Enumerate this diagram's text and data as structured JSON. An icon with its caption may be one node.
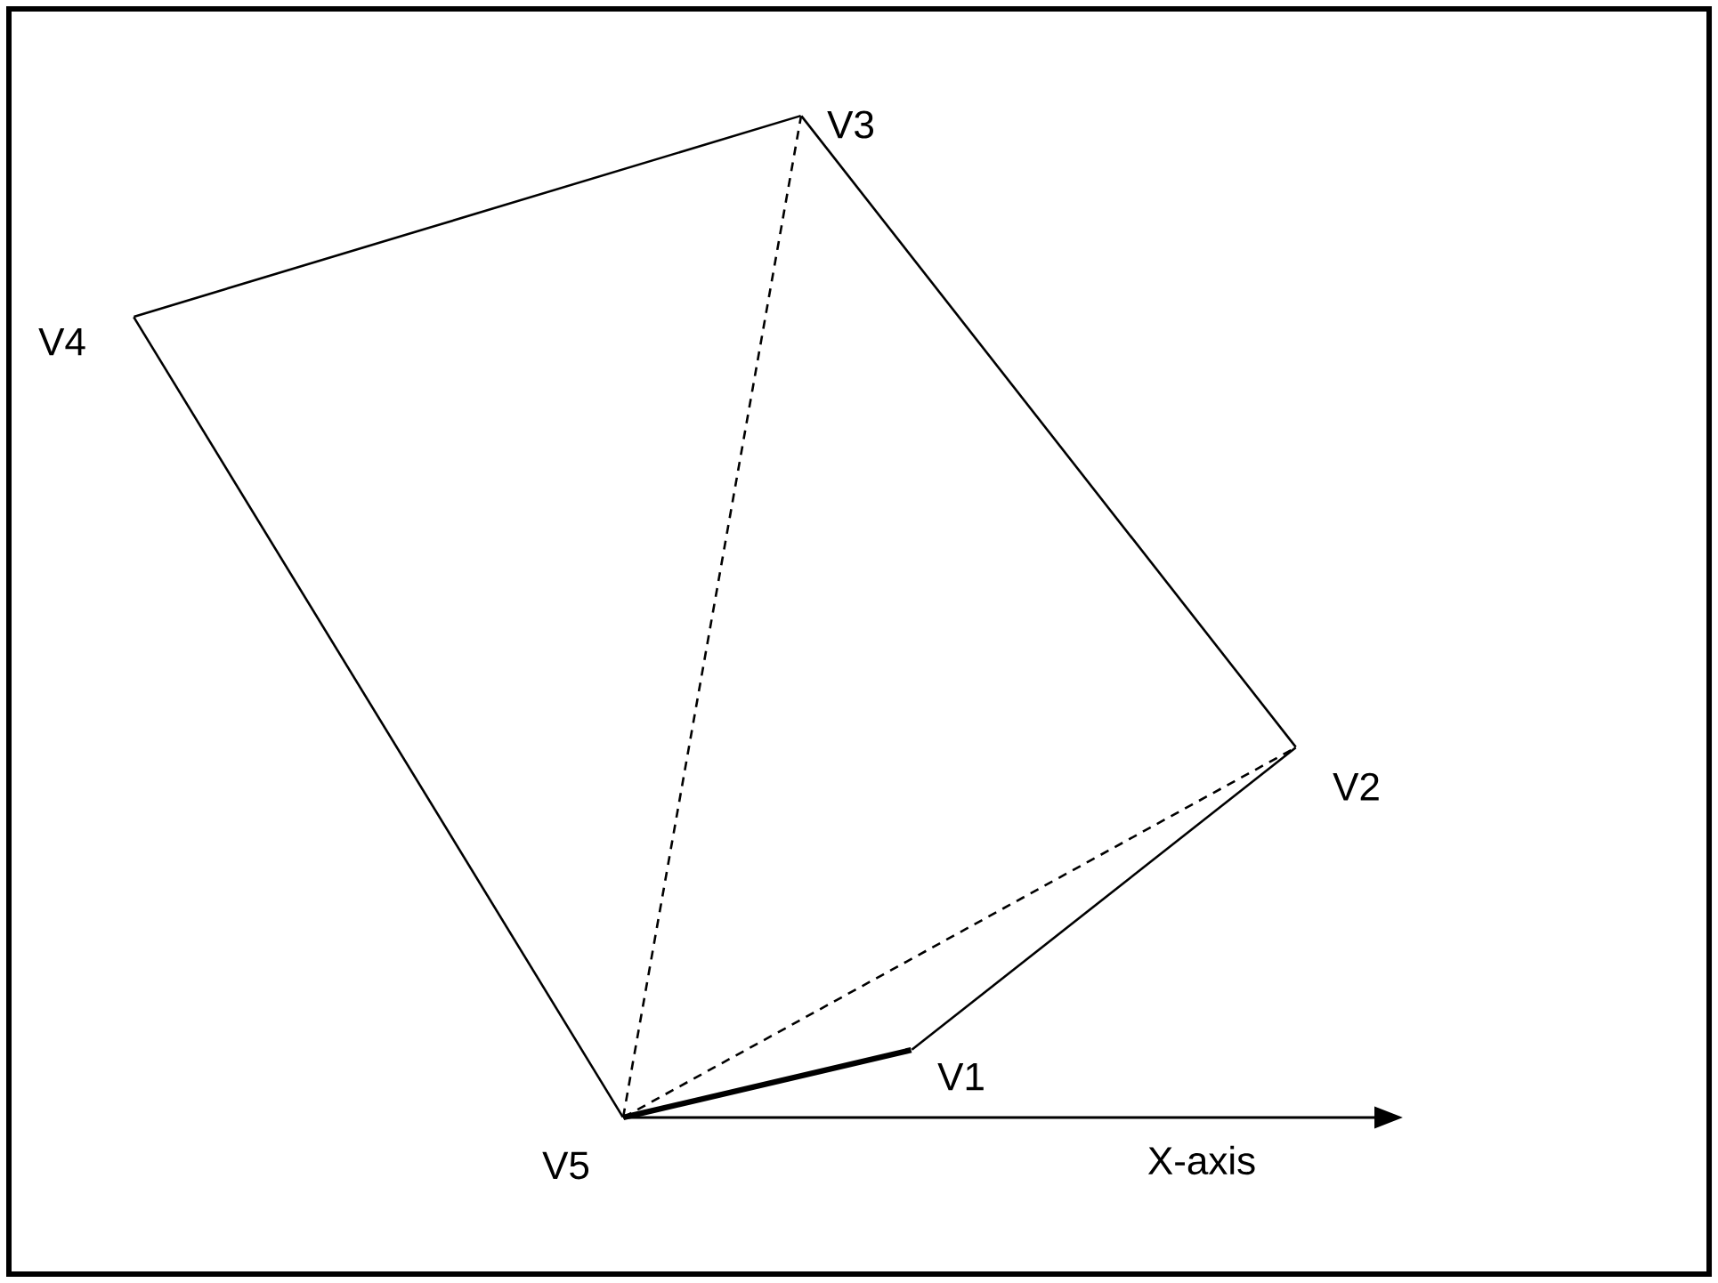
{
  "diagram": {
    "nodes": [
      {
        "text": [
          "V1"
        ]
      },
      {
        "text": [
          "V2"
        ]
      },
      {
        "text": [
          "V3"
        ]
      },
      {
        "text": [
          "V4"
        ]
      },
      {
        "text": [
          "V5"
        ]
      }
    ],
    "edges": [
      {
        "from": 4,
        "to": 0,
        "arrow": "none",
        "style": "thick"
      },
      {
        "from": 0,
        "to": 1,
        "arrow": "none"
      },
      {
        "from": 1,
        "to": 2,
        "arrow": "none"
      },
      {
        "from": 2,
        "to": 3,
        "arrow": "none"
      },
      {
        "from": 3,
        "to": 4,
        "arrow": "none"
      },
      {
        "from": 4,
        "to": 2,
        "arrow": "none",
        "style": "dashed"
      },
      {
        "from": 4,
        "to": 1,
        "arrow": "none",
        "style": "dashed"
      }
    ],
    "labels": [
      "X-axis"
    ]
  }
}
